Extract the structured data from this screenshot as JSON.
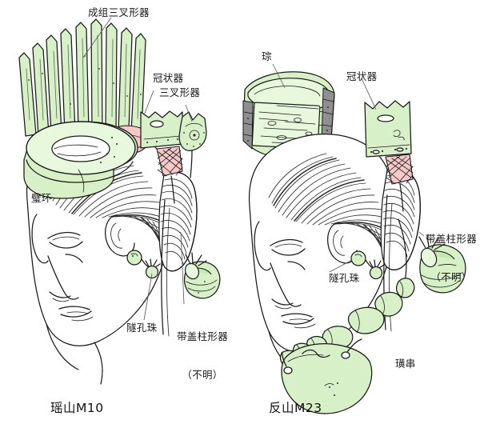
{
  "diagram": {
    "title_left": "瑶山M10",
    "title_right": "反山M23",
    "palette": {
      "jade_fill": "#d8f0c8",
      "jade_fill_light": "#e6f7da",
      "pink_fill": "#f6c9c9",
      "ink": "#1a1a1a",
      "hair": "#2b2b2b",
      "background": "#ffffff"
    }
  },
  "left_figure": {
    "name": "瑶山M10",
    "labels": [
      {
        "id": "set-of-trident",
        "text": "成组三叉形器"
      },
      {
        "id": "crown-shaped",
        "text": "冠状器"
      },
      {
        "id": "trident-shaped",
        "text": "三叉形器"
      },
      {
        "id": "bi-ring",
        "text": "璧环"
      },
      {
        "id": "tunnel-hole-bead",
        "text": "隧孔珠"
      },
      {
        "id": "lidded-cylinder",
        "text": "带盖柱形器",
        "text2": "（不明）"
      }
    ]
  },
  "right_figure": {
    "name": "反山M23",
    "labels": [
      {
        "id": "cong",
        "text": "琮"
      },
      {
        "id": "crown-shaped",
        "text": "冠状器"
      },
      {
        "id": "lidded-cylinder",
        "text": "带盖柱形器",
        "text2": "（不明）"
      },
      {
        "id": "tunnel-hole-bead",
        "text": "隧孔珠"
      },
      {
        "id": "huang-string",
        "text": "璜串"
      }
    ]
  }
}
